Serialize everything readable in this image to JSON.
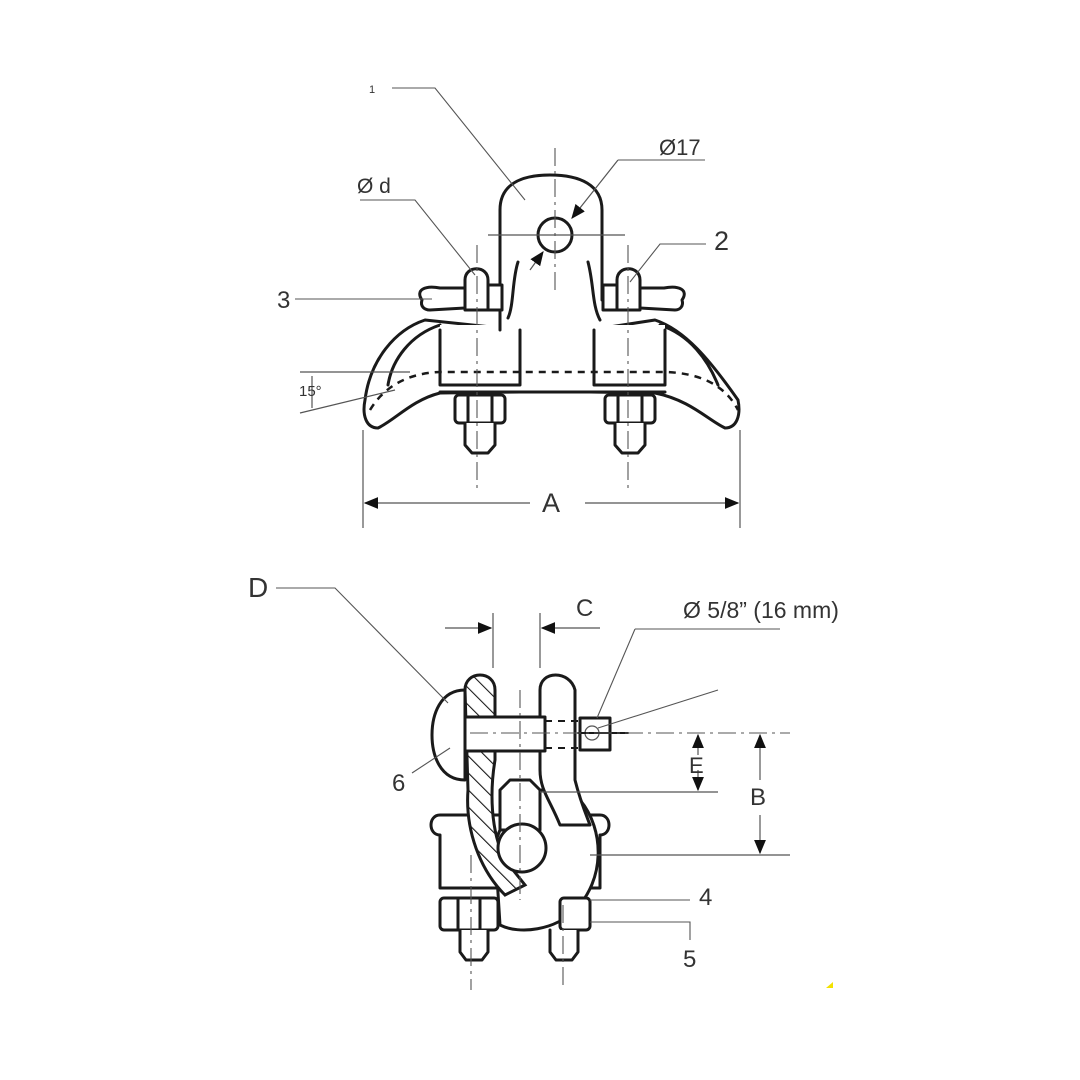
{
  "top_view": {
    "callouts": {
      "c1": "1",
      "c2": "2",
      "c3": "3"
    },
    "dimensions": {
      "hole_diameter": "Ø17",
      "bolt_diameter": "Ø d",
      "angle": "15°",
      "width": "A"
    }
  },
  "side_view": {
    "callouts": {
      "c4": "4",
      "c5": "5",
      "c6": "6"
    },
    "dimensions": {
      "d": "D",
      "c": "C",
      "pin_diameter": "Ø 5/8” (16 mm)",
      "e": "E",
      "b": "B"
    }
  },
  "colors": {
    "line": "#1a1a1a",
    "leader": "#555555",
    "text": "#333333",
    "background": "#ffffff"
  }
}
